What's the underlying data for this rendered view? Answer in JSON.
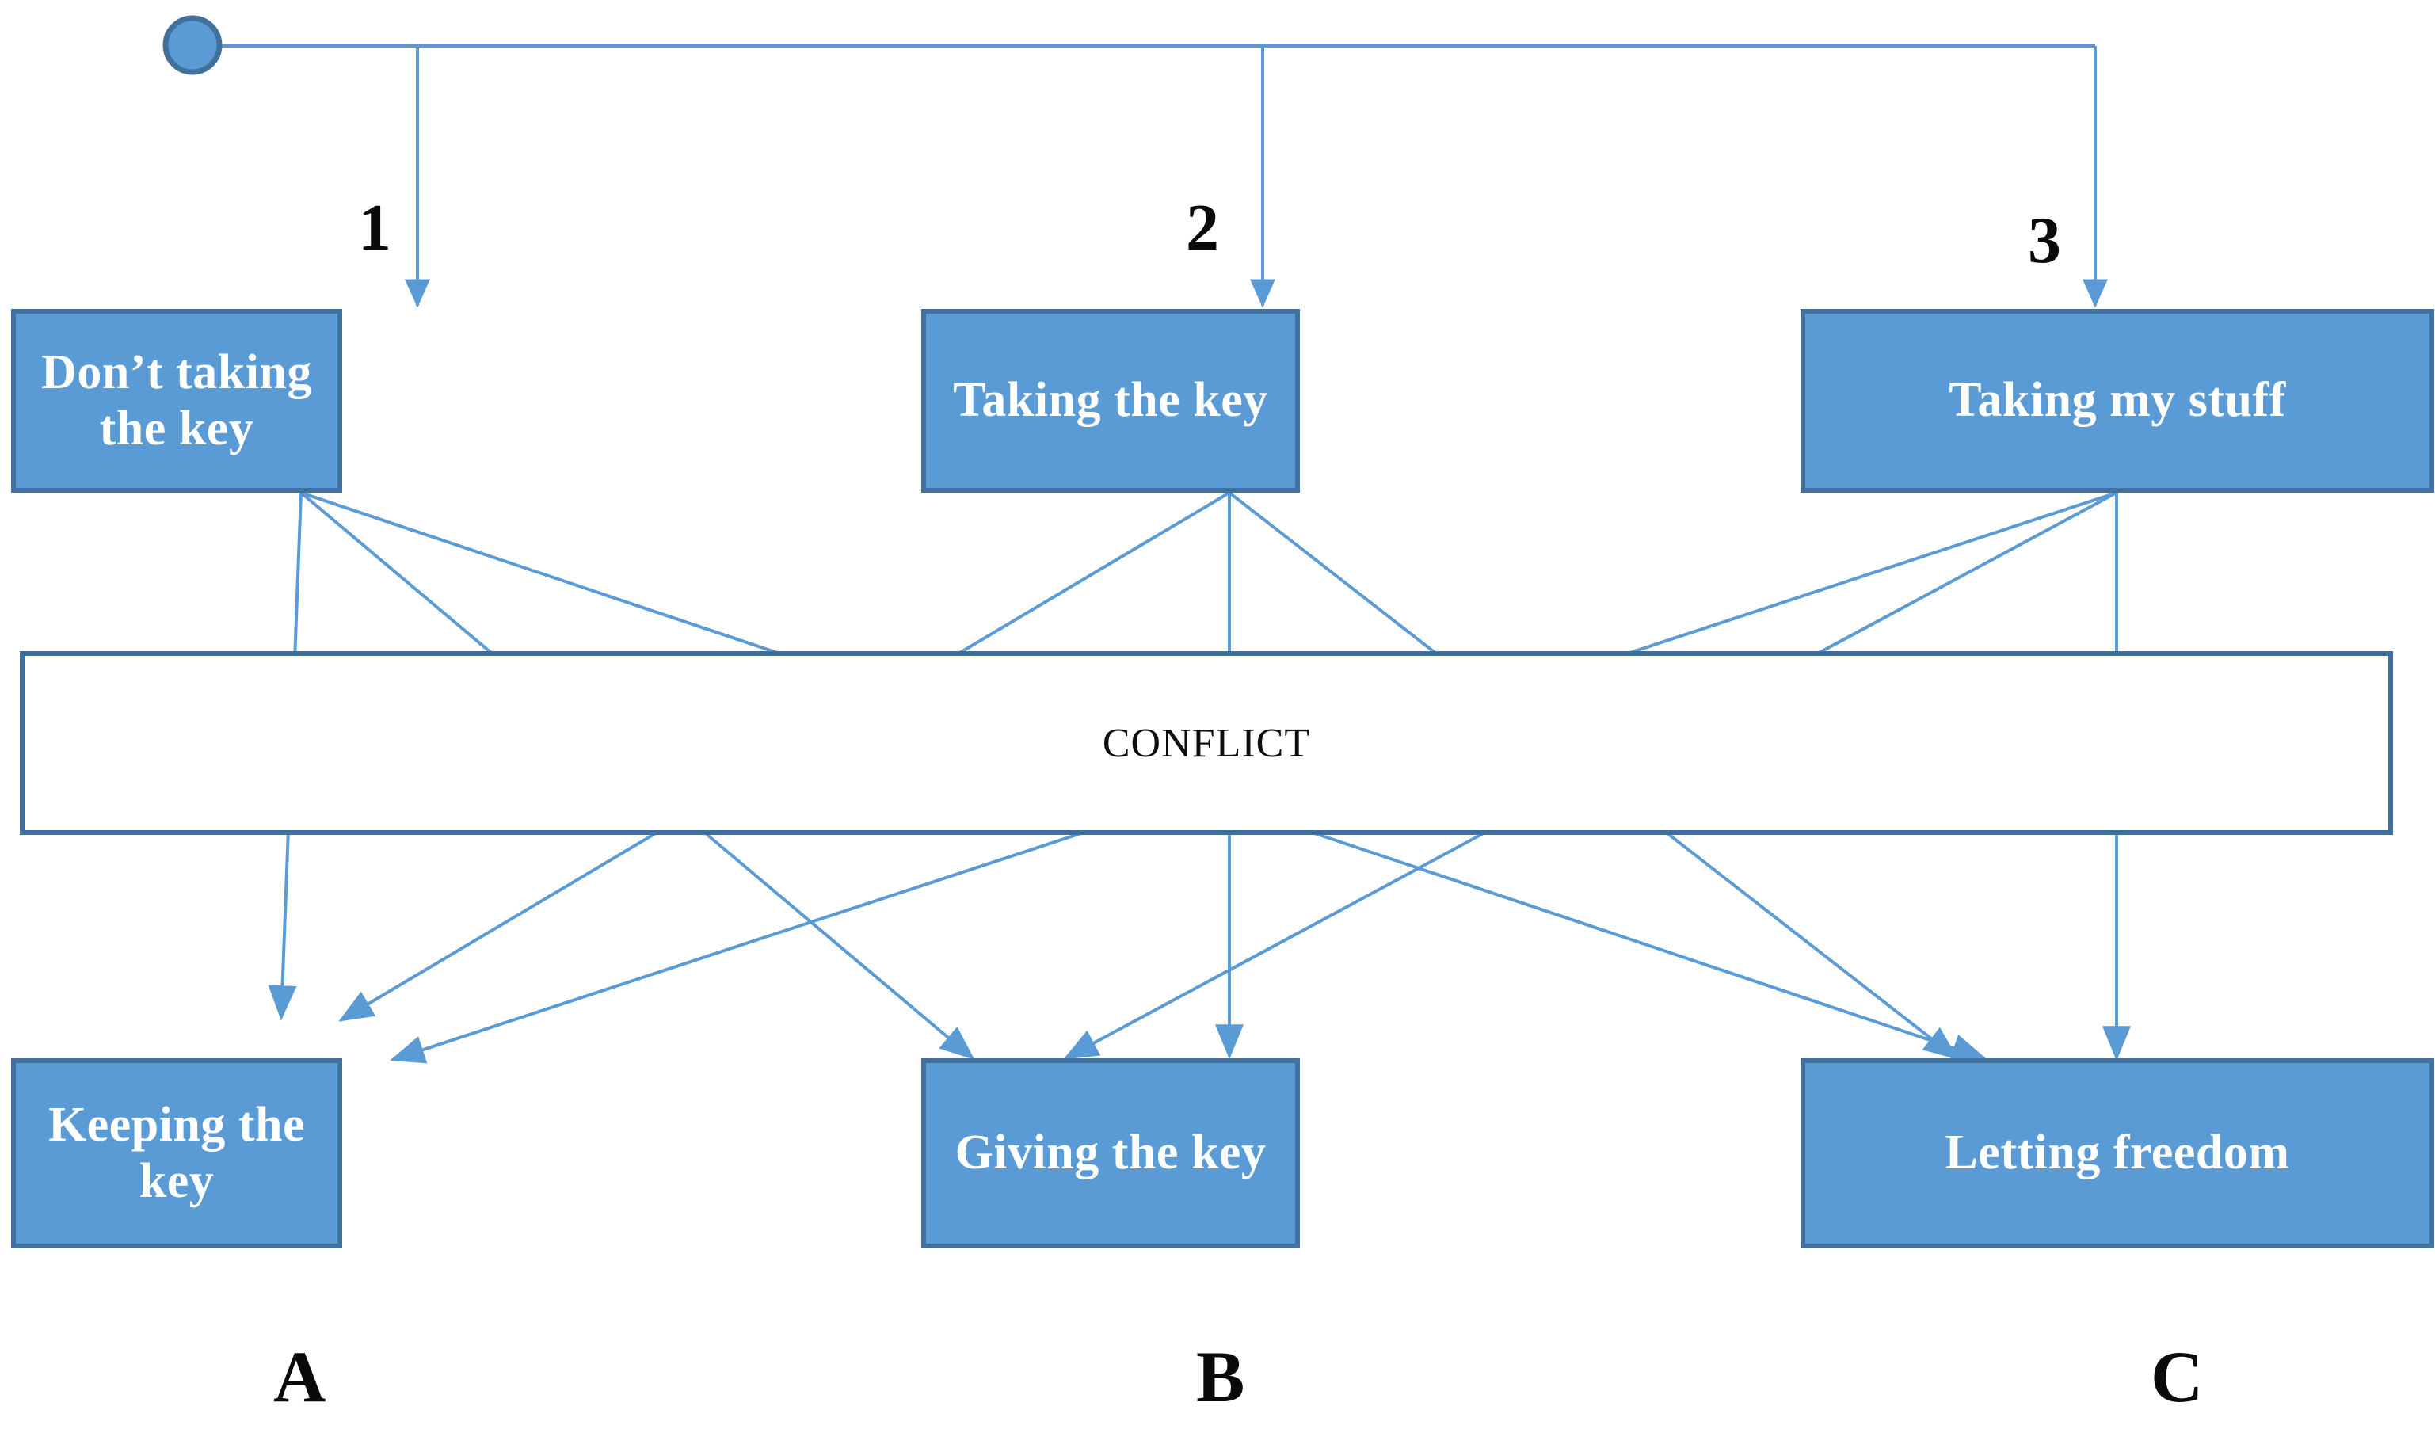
{
  "diagram": {
    "title": "CONFLICT",
    "colors": {
      "node_fill": "#5B9BD5",
      "node_border": "#41719C",
      "edge": "#5B9BD5",
      "conflict_border": "#3D6E9E",
      "text_on_node": "#FFFFFF",
      "text_label": "#0A0A0A",
      "background": "#FFFFFF"
    },
    "root": {
      "name": "root-node",
      "shape": "circle"
    },
    "branch_numbers": [
      {
        "label": "1"
      },
      {
        "label": "2"
      },
      {
        "label": "3"
      }
    ],
    "top_nodes": [
      {
        "id": "top-1",
        "label": "Don’t taking the key"
      },
      {
        "id": "top-2",
        "label": "Taking the key"
      },
      {
        "id": "top-3",
        "label": "Taking my stuff"
      }
    ],
    "conflict_band": {
      "label": "CONFLICT"
    },
    "bottom_nodes": [
      {
        "id": "bottom-a",
        "label": "Keeping the key"
      },
      {
        "id": "bottom-b",
        "label": "Giving the key"
      },
      {
        "id": "bottom-c",
        "label": "Letting freedom"
      }
    ],
    "column_letters": [
      {
        "label": "A"
      },
      {
        "label": "B"
      },
      {
        "label": "C"
      }
    ],
    "edges": [
      {
        "from": "root",
        "to": "top-1"
      },
      {
        "from": "root",
        "to": "top-2"
      },
      {
        "from": "root",
        "to": "top-3"
      },
      {
        "from": "top-1",
        "to": "bottom-a"
      },
      {
        "from": "top-1",
        "to": "bottom-b"
      },
      {
        "from": "top-1",
        "to": "bottom-c"
      },
      {
        "from": "top-2",
        "to": "bottom-a"
      },
      {
        "from": "top-2",
        "to": "bottom-b"
      },
      {
        "from": "top-2",
        "to": "bottom-c"
      },
      {
        "from": "top-3",
        "to": "bottom-a"
      },
      {
        "from": "top-3",
        "to": "bottom-b"
      },
      {
        "from": "top-3",
        "to": "bottom-c"
      }
    ]
  }
}
